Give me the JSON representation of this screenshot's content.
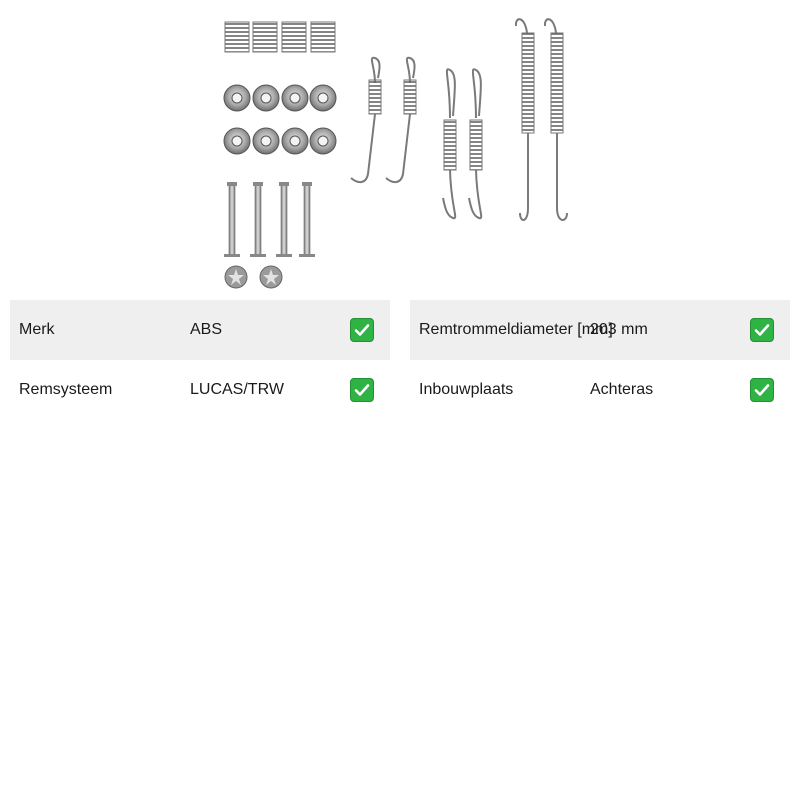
{
  "product": {
    "image_icon": "brake-shoe-fitting-kit-image"
  },
  "specs": {
    "left": [
      {
        "label": "Merk",
        "value": "ABS",
        "status_icon": "check-icon"
      },
      {
        "label": "Remsysteem",
        "value": "LUCAS/TRW",
        "status_icon": "check-icon"
      }
    ],
    "right": [
      {
        "label": "Remtrommeldiameter [mm]",
        "value": "203 mm",
        "status_icon": "check-icon"
      },
      {
        "label": "Inbouwplaats",
        "value": "Achteras",
        "status_icon": "check-icon"
      }
    ]
  },
  "colors": {
    "check_bg": "#2fb344",
    "row_shade": "#efefef",
    "part_metal": "#8a8a8a"
  }
}
